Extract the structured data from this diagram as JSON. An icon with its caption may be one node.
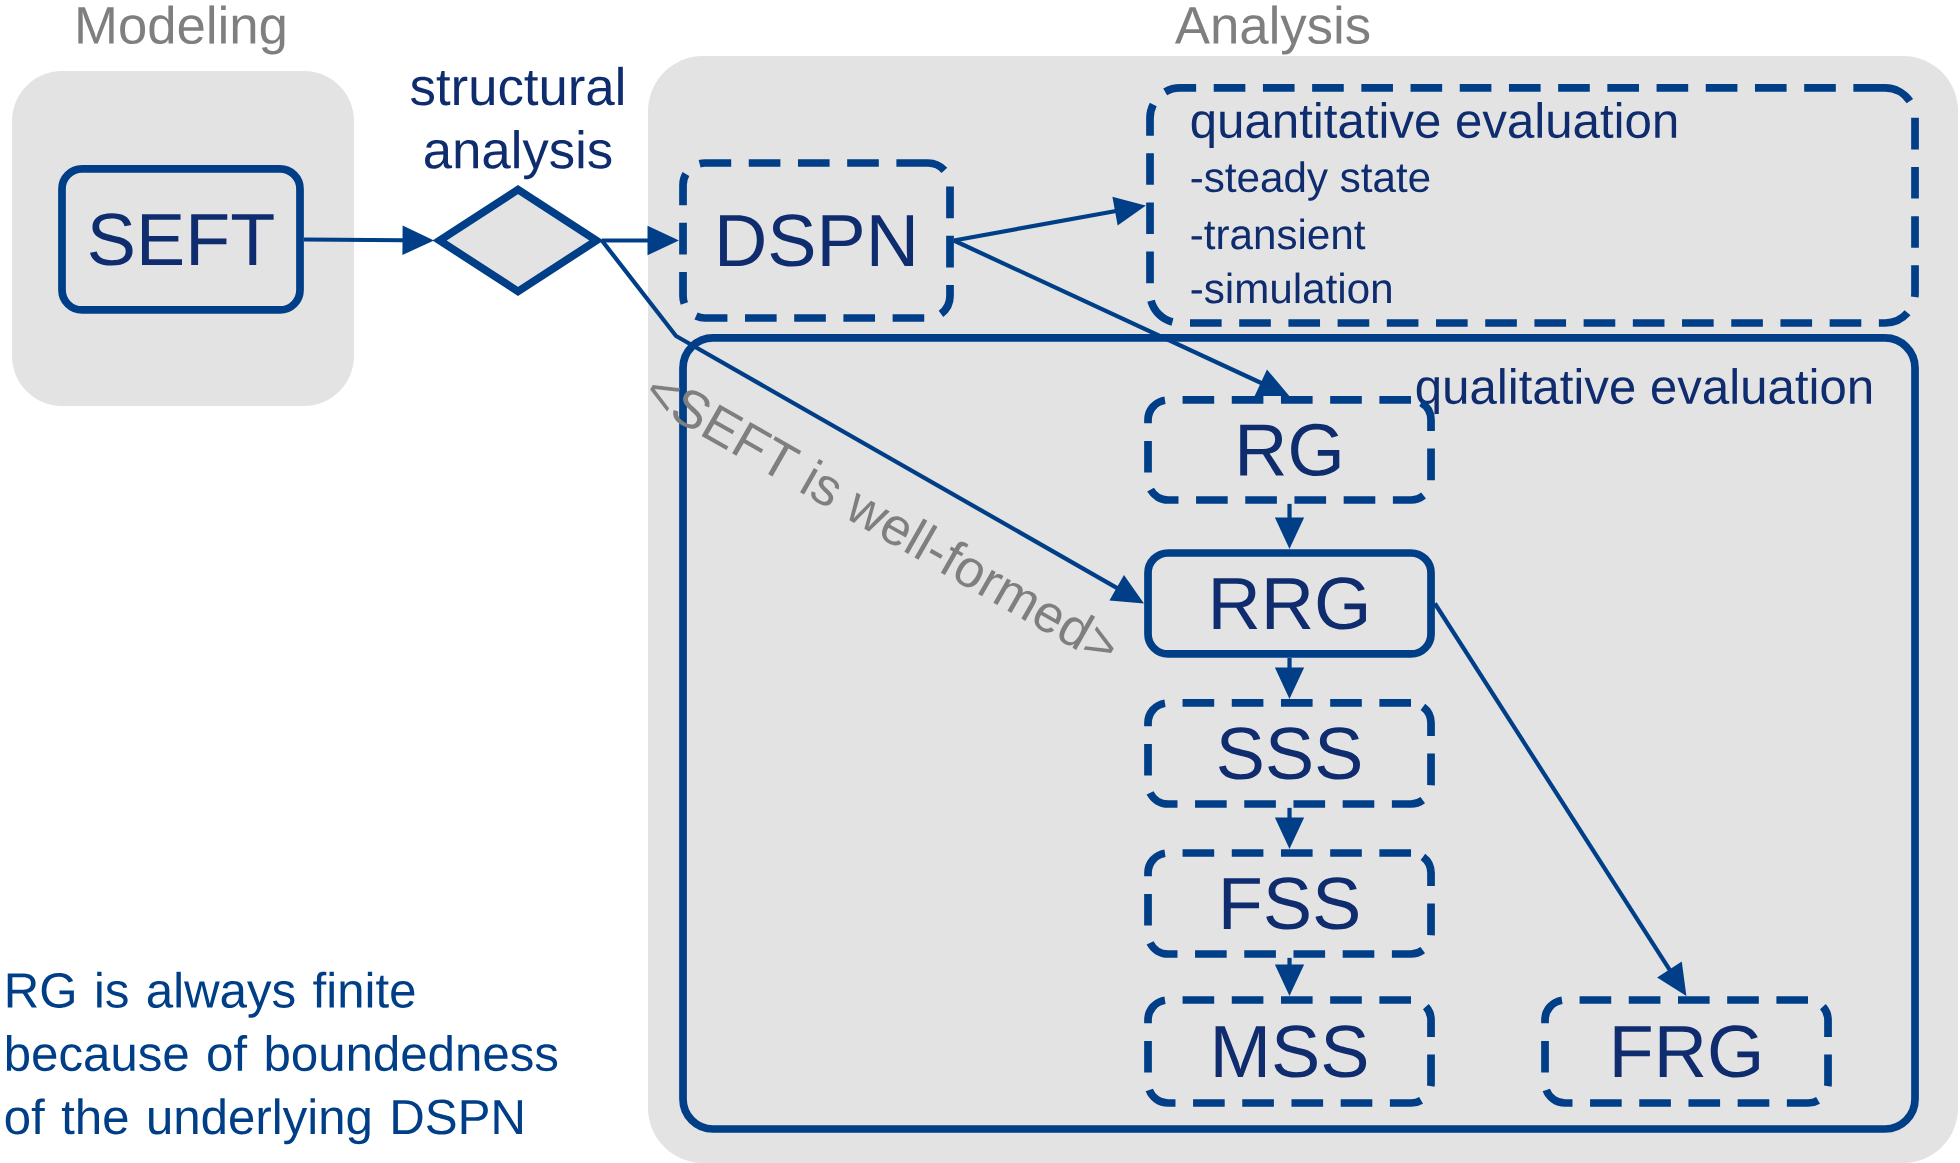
{
  "diagram": {
    "nodes": [
      {
        "text": [
          "Modeling"
        ]
      },
      {
        "text": [
          "SEFT"
        ],
        "in": 0
      },
      {
        "text": [
          "structural analysis"
        ]
      },
      {
        "text": [
          "Analysis"
        ]
      },
      {
        "text": [
          "DSPN"
        ],
        "in": 3
      },
      {
        "text": [
          "quantitative evaluation",
          "-steady state",
          "-transient",
          "-simulation"
        ],
        "in": 3
      },
      {
        "text": [
          "qualitative evaluation"
        ],
        "in": 3
      },
      {
        "text": [
          "RG"
        ],
        "in": 6
      },
      {
        "text": [
          "RRG"
        ],
        "in": 6
      },
      {
        "text": [
          "SSS"
        ],
        "in": 6
      },
      {
        "text": [
          "FSS"
        ],
        "in": 6
      },
      {
        "text": [
          "MSS"
        ],
        "in": 6
      },
      {
        "text": [
          "FRG"
        ],
        "in": 6
      }
    ],
    "edges": [
      {
        "from": 1,
        "to": 2,
        "arrow": "to"
      },
      {
        "from": 2,
        "to": 4,
        "arrow": "to"
      },
      {
        "from": 4,
        "to": 5,
        "arrow": "to"
      },
      {
        "from": 4,
        "to": 7,
        "arrow": "to"
      },
      {
        "from": 2,
        "to": 8,
        "arrow": "to",
        "label": "<SEFT is well-formed>"
      },
      {
        "from": 7,
        "to": 8,
        "arrow": "to"
      },
      {
        "from": 8,
        "to": 9,
        "arrow": "to"
      },
      {
        "from": 9,
        "to": 10,
        "arrow": "to"
      },
      {
        "from": 10,
        "to": 11,
        "arrow": "to"
      },
      {
        "from": 8,
        "to": 12,
        "arrow": "to"
      }
    ],
    "labels": [
      "RG is always finite because of boundedness of the underlying DSPN"
    ]
  }
}
